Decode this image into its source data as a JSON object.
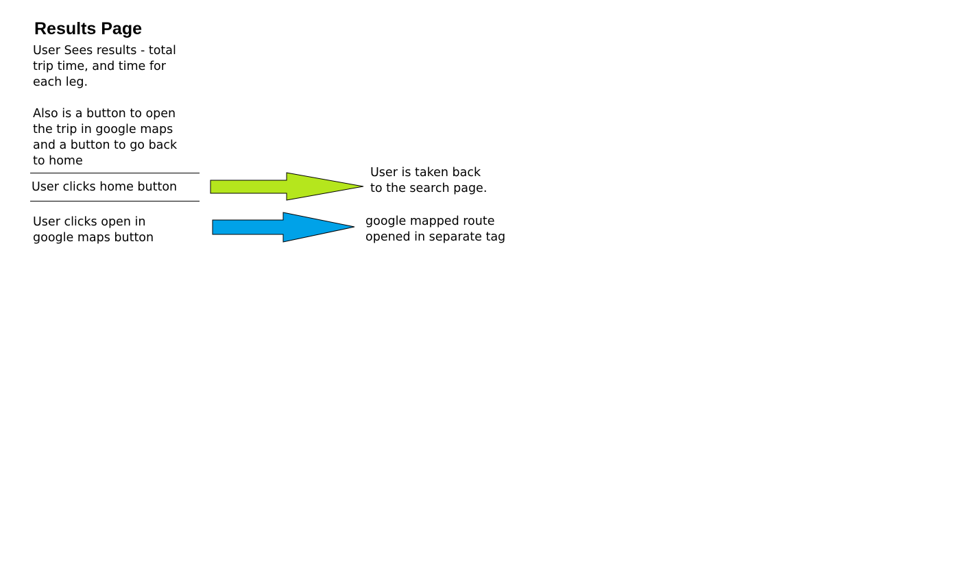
{
  "page": {
    "title": "Results Page",
    "description": "User Sees results - total\ntrip time, and time for\neach leg.\n\nAlso is a button to open\nthe trip in google maps\nand a button to go back\nto home"
  },
  "flows": [
    {
      "action": "User clicks home button",
      "result": "User is taken back\nto the search page.",
      "arrow_color": "#b5e61d"
    },
    {
      "action": "User clicks open in\ngoogle maps button",
      "result": "google mapped route\nopened in separate tag",
      "arrow_color": "#00a2e8"
    }
  ]
}
